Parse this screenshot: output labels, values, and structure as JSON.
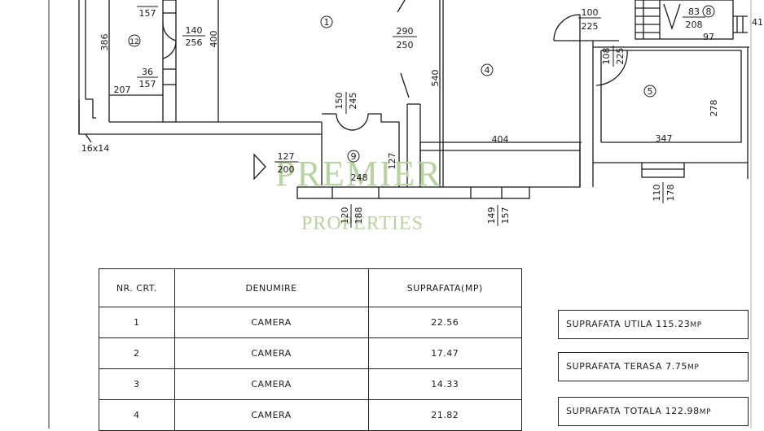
{
  "plan": {
    "room_numbers": [
      "1",
      "12",
      "4",
      "5",
      "8",
      "9"
    ],
    "dims": {
      "d_157a": "157",
      "d_386": "386",
      "d_140": "140",
      "d_256": "256",
      "d_400": "400",
      "d_36": "36",
      "d_157b": "157",
      "d_207": "207",
      "d_16x14": "16x14",
      "d_290": "290",
      "d_250": "250",
      "d_540": "540",
      "d_150": "150",
      "d_245": "245",
      "d_127a": "127",
      "d_200": "200",
      "d_127b": "127",
      "d_248": "248",
      "d_120": "120",
      "d_188": "188",
      "d_404": "404",
      "d_149": "149",
      "d_157c": "157",
      "d_100": "100",
      "d_225a": "225",
      "d_108": "108",
      "d_225b": "225",
      "d_83": "83",
      "d_208": "208",
      "d_97": "97",
      "d_41": "41",
      "d_347": "347",
      "d_278": "278",
      "d_110": "110",
      "d_178": "178"
    }
  },
  "watermark": {
    "line1": "PREMIER",
    "line2": "PROPERTIES"
  },
  "table": {
    "headers": [
      "NR. CRT.",
      "DENUMIRE",
      "SUPRAFATA(MP)"
    ],
    "rows": [
      {
        "nr": "1",
        "name": "CAMERA",
        "area": "22.56"
      },
      {
        "nr": "2",
        "name": "CAMERA",
        "area": "17.47"
      },
      {
        "nr": "3",
        "name": "CAMERA",
        "area": "14.33"
      },
      {
        "nr": "4",
        "name": "CAMERA",
        "area": "21.82"
      }
    ]
  },
  "summary": {
    "utila_label": "SUPRAFATA UTILA",
    "utila_value": "115.23",
    "utila_unit": "MP",
    "terasa_label": "SUPRAFATA TERASA",
    "terasa_value": "7.75",
    "terasa_unit": "MP",
    "totala_label": "SUPRAFATA TOTALA",
    "totala_value": "122.98",
    "totala_unit": "MP"
  }
}
